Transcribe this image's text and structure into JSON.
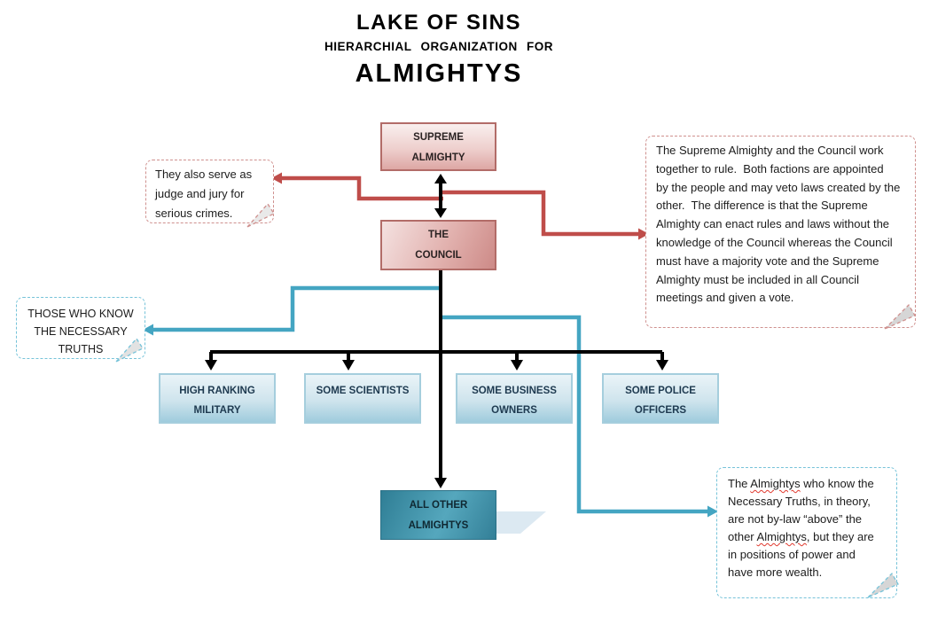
{
  "title": {
    "line1": "LAKE OF SINS",
    "line2": "HIERARCHIAL ORGANIZATION FOR",
    "line3": "ALMIGHTYS"
  },
  "boxes": {
    "supreme": "SUPREME\nALMIGHTY",
    "council": "THE\nCOUNCIL",
    "military": "HIGH RANKING\nMILITARY",
    "scientists": "SOME SCIENTISTS",
    "business": "SOME BUSINESS\nOWNERS",
    "police": "SOME POLICE\nOFFICERS",
    "all_other": "ALL OTHER\nALMIGHTYS"
  },
  "callouts": {
    "judge": "They also serve as\njudge and jury for\nserious crimes.",
    "rule": "The Supreme Almighty and the Council work\ntogether to rule.  Both factions are appointed\nby the people and may veto laws created by the\nother.  The difference is that the Supreme\nAlmighty can enact rules and laws without the\nknowledge of the Council whereas the Council\nmust have a majority vote and the Supreme\nAlmighty must be included in all Council\nmeetings and given a vote.",
    "truths": "THOSE WHO KNOW\nTHE NECESSARY\nTRUTHS",
    "bylaw": "The Almightys who know the\nNecessary Truths, in theory,\nare not by-law “above” the\nother Almightys, but they are\nin positions of power and\nhave more wealth.",
    "misspelled_word": "Almightys"
  },
  "colors": {
    "black": "#000000",
    "red_line": "#bf4d4a",
    "red_dash": "#cf908e",
    "blue_line": "#44a5c2",
    "blue_dash": "#76c3d9",
    "box_shadow": "#dce9f2",
    "tail_gray": "#d6d6d6"
  }
}
